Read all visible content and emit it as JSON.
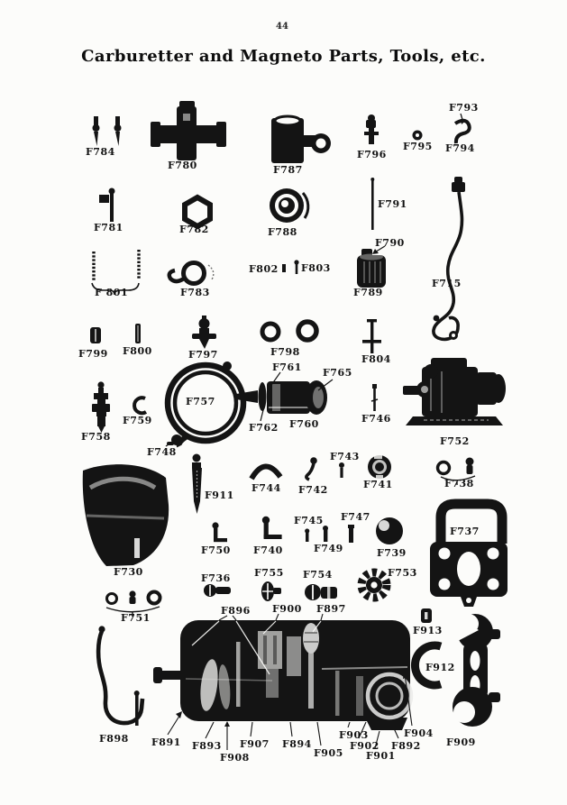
{
  "page": {
    "number": "44",
    "title": "Carburetter and Magneto Parts, Tools, etc."
  },
  "parts": {
    "F784": "F784",
    "F780": "F780",
    "F787": "F787",
    "F796": "F796",
    "F795": "F795",
    "F793": "F793",
    "F794": "F794",
    "F781": "F781",
    "F782": "F782",
    "F788": "F788",
    "F791": "F791",
    "F790": "F790",
    "F789": "F789",
    "F715": "F715",
    "F801": "F 801",
    "F783": "F783",
    "F802": "F802",
    "F803": "F803",
    "F799": "F799",
    "F800": "F800",
    "F797": "F797",
    "F798": "F798",
    "F804": "F804",
    "F758": "F758",
    "F759": "F759",
    "F757": "F757",
    "F761": "F761",
    "F765": "F765",
    "F762": "F762",
    "F760": "F760",
    "F746": "F746",
    "F752": "F752",
    "F748": "F748",
    "F911": "F911",
    "F744": "F744",
    "F742": "F742",
    "F743": "F743",
    "F741": "F741",
    "F738": "F738",
    "F730": "F730",
    "F750": "F750",
    "F740": "F740",
    "F745": "F745",
    "F747": "F747",
    "F749": "F749",
    "F739": "F739",
    "F737": "F737",
    "F736": "F736",
    "F755": "F755",
    "F754": "F754",
    "F753": "F753",
    "F751": "F751",
    "F896": "F896",
    "F900": "F900",
    "F897": "F897",
    "F913": "F913",
    "F912": "F912",
    "F898": "F898",
    "F891": "F891",
    "F893": "F893",
    "F908": "F908",
    "F907": "F907",
    "F894": "F894",
    "F905": "F905",
    "F903": "F903",
    "F902": "F902",
    "F901": "F901",
    "F892": "F892",
    "F904": "F904",
    "F909": "F909"
  }
}
